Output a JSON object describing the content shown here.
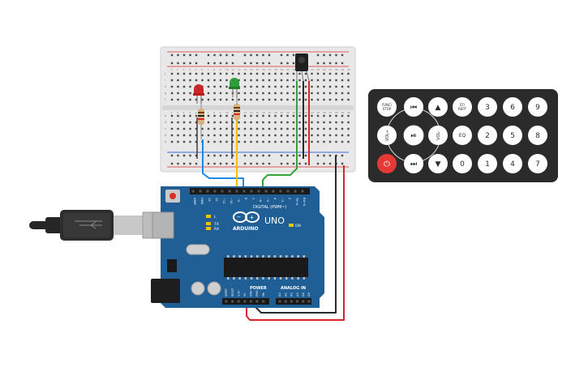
{
  "breadboard": {
    "row_numbers": [
      "1",
      "2",
      "3",
      "4",
      "5",
      "6",
      "7",
      "8",
      "9",
      "10",
      "11",
      "12",
      "13",
      "14",
      "15",
      "16",
      "17",
      "18",
      "19",
      "20",
      "21",
      "22",
      "23",
      "24",
      "25",
      "26",
      "27",
      "28",
      "29",
      "30"
    ],
    "row_letters_top": [
      "j",
      "i",
      "h",
      "g",
      "f"
    ],
    "row_letters_bottom": [
      "e",
      "d",
      "c",
      "b",
      "a"
    ]
  },
  "arduino": {
    "logo": "ARDUINO",
    "model": "UNO",
    "digital_label": "DIGITAL (PWM~)",
    "on_label": "ON",
    "tx_label": "TX",
    "rx_label": "RX",
    "l_label": "L",
    "power_label": "POWER",
    "analog_label": "ANALOG IN",
    "power_pins": [
      "IOREF",
      "RESET",
      "3.3V",
      "5V",
      "GND",
      "GND",
      "Vin"
    ],
    "analog_pins": [
      "A0",
      "A1",
      "A2",
      "A3",
      "A4",
      "A5"
    ],
    "digital_pins": [
      "AREF",
      "GND",
      "13",
      "12",
      "~11",
      "~10",
      "~9",
      "8",
      "7",
      "~6",
      "~5",
      "4",
      "~3",
      "2",
      "TX→1",
      "RX←0"
    ]
  },
  "remote": {
    "buttons": [
      {
        "name": "power",
        "label": "⏻"
      },
      {
        "name": "func-stop",
        "label": "FUNC/ STOP"
      },
      {
        "name": "vol-up",
        "label": "VOL+"
      },
      {
        "name": "vol-down",
        "label": "VOL-"
      },
      {
        "name": "skip-back",
        "label": "⏮"
      },
      {
        "name": "play-pause",
        "label": "⏯"
      },
      {
        "name": "skip-forward",
        "label": "⏭"
      },
      {
        "name": "up",
        "label": "▲"
      },
      {
        "name": "down",
        "label": "▼"
      },
      {
        "name": "eq",
        "label": "EQ"
      },
      {
        "name": "st-rept",
        "label": "ST/ REPT"
      },
      {
        "name": "digit-0",
        "label": "0"
      },
      {
        "name": "digit-1",
        "label": "1"
      },
      {
        "name": "digit-2",
        "label": "2"
      },
      {
        "name": "digit-3",
        "label": "3"
      },
      {
        "name": "digit-4",
        "label": "4"
      },
      {
        "name": "digit-5",
        "label": "5"
      },
      {
        "name": "digit-6",
        "label": "6"
      },
      {
        "name": "digit-7",
        "label": "7"
      },
      {
        "name": "digit-8",
        "label": "8"
      },
      {
        "name": "digit-9",
        "label": "9"
      }
    ]
  },
  "colors": {
    "board_blue": "#1f5f96",
    "breadboard": "#e6e6e6",
    "wire_blue": "#1e88e5",
    "wire_yellow": "#f6c000",
    "wire_green": "#37a23c",
    "wire_red": "#d7262b",
    "wire_black": "#2a2a2a",
    "remote_body": "#2b2b2b",
    "power_button": "#e53935"
  }
}
